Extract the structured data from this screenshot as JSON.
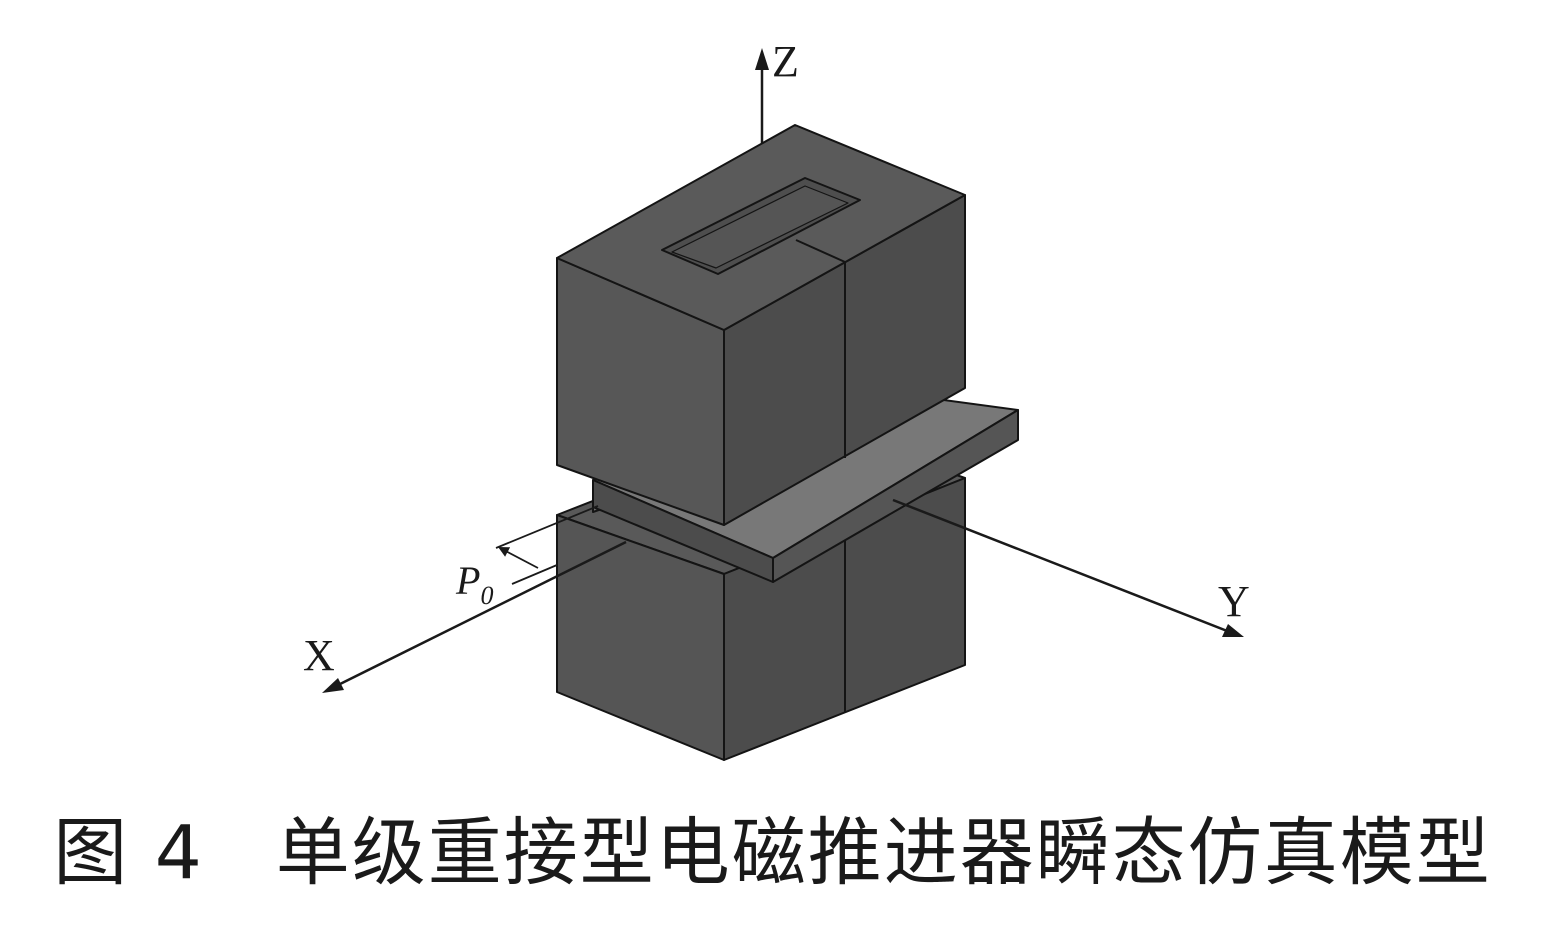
{
  "axes": {
    "x_label": "X",
    "y_label": "Y",
    "z_label": "Z"
  },
  "annotation": {
    "symbol": "P",
    "subscript": "0"
  },
  "caption": {
    "figure_number": "图 4",
    "title": "单级重接型电磁推进器瞬态仿真模型"
  },
  "colors": {
    "block_front": "#565656",
    "block_top": "#5a5a5a",
    "block_side": "#4a4a4a",
    "plate_top": "#767676",
    "edge": "#141414",
    "background": "#ffffff"
  }
}
